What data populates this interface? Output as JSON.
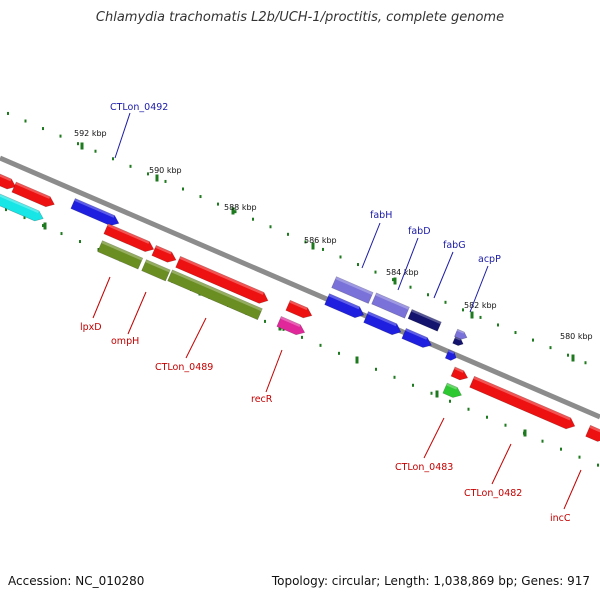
{
  "title": "Chlamydia trachomatis L2b/UCH-1/proctitis, complete genome",
  "footer": {
    "accession": "Accession: NC_010280",
    "summary": "Topology: circular; Length: 1,038,869 bp; Genes: 917"
  },
  "colors": {
    "backbone": "#8c8c8c",
    "tick": "#1e7a1e",
    "label_top": "#1a1aa8",
    "label_bottom": "#c40000",
    "red": "#ee1111",
    "olive": "#6b8e23",
    "blue": "#1f1fe0",
    "lavender": "#7a72d8",
    "navy": "#14146e",
    "pink": "#e0289a",
    "green": "#2ec832",
    "cyan": "#18e6e6"
  },
  "ticks": [
    {
      "label": "592 kbp"
    },
    {
      "label": "590 kbp"
    },
    {
      "label": "588 kbp"
    },
    {
      "label": "586 kbp"
    },
    {
      "label": "584 kbp"
    },
    {
      "label": "582 kbp"
    },
    {
      "label": "580 kbp"
    }
  ],
  "top_labels": [
    {
      "name": "CTLon_0492"
    },
    {
      "name": "fabH"
    },
    {
      "name": "fabD"
    },
    {
      "name": "fabG"
    },
    {
      "name": "acpP"
    }
  ],
  "bottom_labels": [
    {
      "name": "lpxD"
    },
    {
      "name": "ompH"
    },
    {
      "name": "CTLon_0489"
    },
    {
      "name": "recR"
    },
    {
      "name": "CTLon_0483"
    },
    {
      "name": "CTLon_0482"
    },
    {
      "name": "incC"
    }
  ]
}
